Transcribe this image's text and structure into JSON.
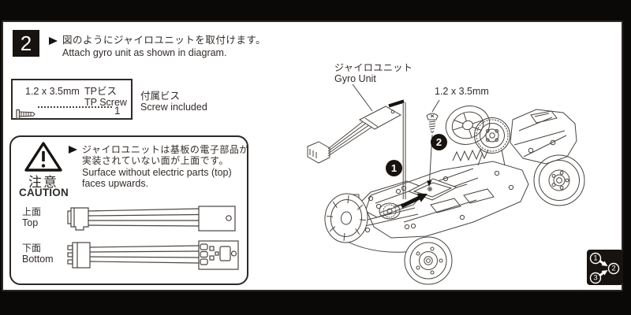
{
  "step": {
    "number": "2",
    "jp": "図のようにジャイロユニットを取付けます。",
    "en": "Attach gyro unit as shown in diagram."
  },
  "parts_box": {
    "size": "1.2 x 3.5mm",
    "name_jp": "TPビス",
    "name_en": "TP Screw",
    "qty": "1",
    "included_jp": "付属ビス",
    "included_en": "Screw included"
  },
  "caution": {
    "label_jp": "注意",
    "label_en": "CAUTION",
    "jp_line1": "ジャイロユニットは基板の電子部品が",
    "jp_line2": "実装されていない面が上面です。",
    "en_line1": "Surface without electric parts (top)",
    "en_line2": "faces upwards.",
    "top_jp": "上面",
    "top_en": "Top",
    "bottom_jp": "下面",
    "bottom_en": "Bottom"
  },
  "diagram": {
    "gyro_label_jp": "ジャイロユニット",
    "gyro_label_en": "Gyro Unit",
    "screw_label": "1.2 x 3.5mm",
    "step1_badge": "1",
    "step2_badge": "2"
  },
  "corner_icon": {
    "n1": "1",
    "n2": "2",
    "n3": "3"
  },
  "colors": {
    "ink": "#322c29",
    "line": "#4a443f",
    "black": "#171310",
    "paper": "#ffffff"
  }
}
